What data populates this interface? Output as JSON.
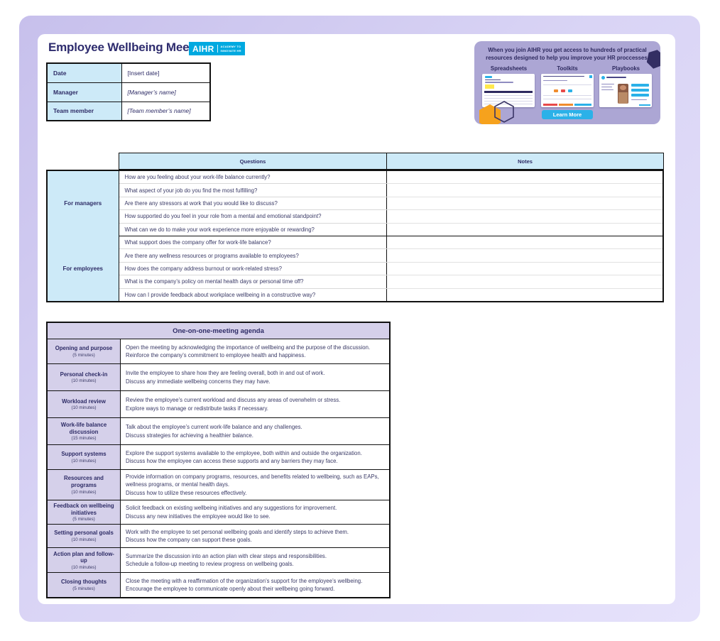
{
  "title": "Employee Wellbeing Meeting",
  "logo": {
    "brand": "AIHR",
    "tagline_line1": "ACADEMY TO",
    "tagline_line2": "INNOVATE HR"
  },
  "info_table": {
    "rows": [
      {
        "label": "Date",
        "value": "[Insert date]"
      },
      {
        "label": "Manager",
        "value": "[Manager’s name]"
      },
      {
        "label": "Team member",
        "value": "[Team member’s name]"
      }
    ]
  },
  "banner": {
    "headline_line1": "When you join AIHR you get access to hundreds of practical",
    "headline_line2": "resources designed to help you improve your HR proccesses.",
    "categories": [
      "Spreadsheets",
      "Toolkits",
      "Playbooks"
    ],
    "cta_label": "Learn More",
    "colors": {
      "background": "#aca6d4",
      "cta_blue": "#2bb1e8",
      "hex_orange": "#f6a21d",
      "hex_dark": "#332e63"
    }
  },
  "qa_table": {
    "questions_header": "Questions",
    "notes_header": "Notes",
    "sections": [
      {
        "label": "For managers",
        "questions": [
          "How are you feeling about your work-life balance currently?",
          "What aspect of your job do you find the most fulfilling?",
          "Are there any stressors at work that you would like to discuss?",
          "How supported do you feel in your role from a mental and emotional standpoint?",
          "What can we do to make your work experience more enjoyable or rewarding?"
        ]
      },
      {
        "label": "For employees",
        "questions": [
          "What support does the company offer for work-life balance?",
          "Are there any wellness resources or programs available to employees?",
          "How does the company address burnout or work-related stress?",
          "What is the company’s policy on mental health days or personal time off?",
          "How can I provide feedback about workplace wellbeing in a constructive way?"
        ]
      }
    ]
  },
  "agenda": {
    "title": "One-on-one-meeting agenda",
    "rows": [
      {
        "label": "Opening and purpose",
        "duration": "(5 minutes)",
        "lines": [
          "Open the meeting by acknowledging the importance of wellbeing and the purpose of the discussion.",
          "Reinforce the company’s commitment to employee health and happiness."
        ]
      },
      {
        "label": "Personal check-in",
        "duration": "(10 minutes)",
        "lines": [
          "Invite the employee to share how they are feeling overall, both in and out of work.",
          "Discuss any immediate wellbeing concerns they may have."
        ]
      },
      {
        "label": "Workload review",
        "duration": "(10 minutes)",
        "lines": [
          "Review the employee’s current workload and discuss any areas of overwhelm or stress.",
          "Explore ways to manage or redistribute tasks if necessary."
        ]
      },
      {
        "label": "Work-life balance discussion",
        "duration": "(15 minutes)",
        "lines": [
          "Talk about the employee’s current work-life balance and any challenges.",
          "Discuss strategies for achieving a healthier balance."
        ]
      },
      {
        "label": "Support systems",
        "duration": "(10 minutes)",
        "lines": [
          "Explore the support systems available to the employee, both within and outside the organization.",
          "Discuss how the employee can access these supports and any barriers they may face."
        ]
      },
      {
        "label": "Resources and programs",
        "duration": "(10 minutes)",
        "lines": [
          "Provide information on company programs, resources, and benefits related to wellbeing, such as EAPs, wellness programs, or mental health days.",
          "Discuss how to utilize these resources effectively."
        ]
      },
      {
        "label": "Feedback on wellbeing initiatives",
        "duration": "(5 minutes)",
        "lines": [
          "Solicit feedback on existing wellbeing initiatives and any suggestions for improvement.",
          "Discuss any new initiatives the employee would like to see."
        ]
      },
      {
        "label": "Setting personal goals",
        "duration": "(10 minutes)",
        "lines": [
          "Work with the employee to set personal wellbeing goals and identify steps to achieve them.",
          "Discuss how the company can support these goals."
        ]
      },
      {
        "label": "Action plan and follow-up",
        "duration": "(10 minutes)",
        "lines": [
          "Summarize the discussion into an action plan with clear steps and responsibilities.",
          "Schedule a follow-up meeting to review progress on wellbeing goals."
        ]
      },
      {
        "label": "Closing thoughts",
        "duration": "(5 minutes)",
        "lines": [
          "Close the meeting with a reaffirmation of the organization’s support for the employee’s wellbeing.",
          "Encourage the employee to communicate openly about their wellbeing going forward."
        ]
      }
    ]
  }
}
